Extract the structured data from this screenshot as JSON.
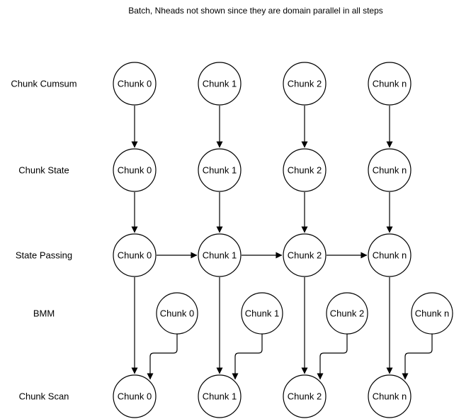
{
  "title": "Batch, Nheads not shown since they are domain parallel in all steps",
  "colors": {
    "line": "#000000",
    "node_fill": "#ffffff",
    "node_stroke": "#000000",
    "text": "#000000",
    "background": "#ffffff"
  },
  "row_labels": {
    "chunk_cumsum": "Chunk Cumsum",
    "chunk_state": "Chunk State",
    "state_passing": "State Passing",
    "bmm": "BMM",
    "chunk_scan": "Chunk Scan"
  },
  "nodes": {
    "chunk_cumsum": [
      "Chunk 0",
      "Chunk 1",
      "Chunk 2",
      "Chunk n"
    ],
    "chunk_state": [
      "Chunk 0",
      "Chunk 1",
      "Chunk 2",
      "Chunk n"
    ],
    "state_passing": [
      "Chunk 0",
      "Chunk 1",
      "Chunk 2",
      "Chunk n"
    ],
    "bmm": [
      "Chunk 0",
      "Chunk 1",
      "Chunk 2",
      "Chunk n"
    ],
    "chunk_scan": [
      "Chunk 0",
      "Chunk 1",
      "Chunk 2",
      "Chunk n"
    ]
  }
}
